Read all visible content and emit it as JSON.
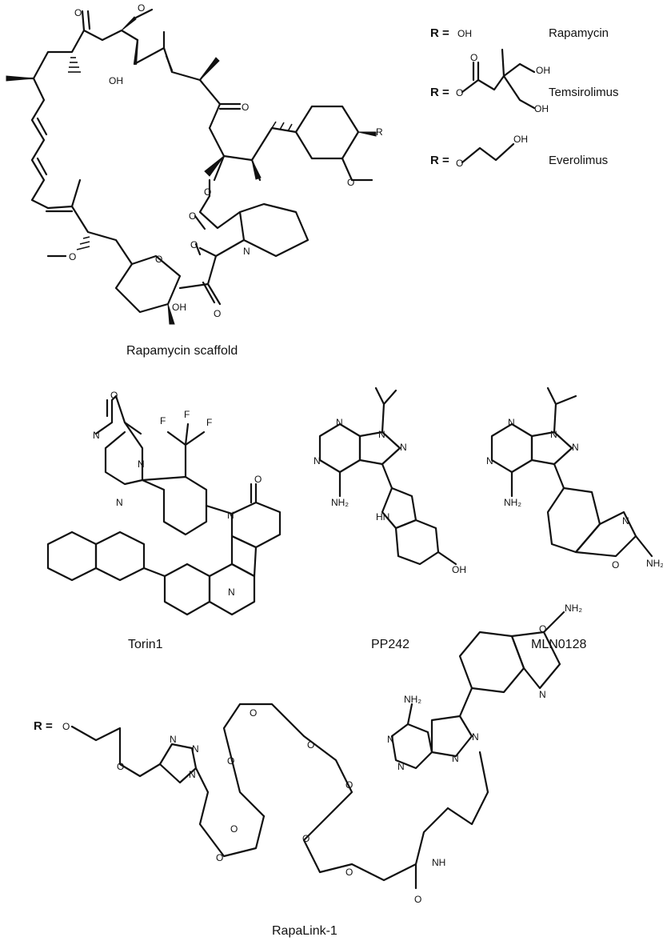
{
  "structures": {
    "rapamycin": {
      "caption": "Rapamycin scaffold"
    },
    "torin1": {
      "caption": "Torin1"
    },
    "pp242": {
      "caption": "PP242"
    },
    "mln0128": {
      "caption": "MLN0128"
    },
    "rapalink": {
      "caption": "RapaLink-1",
      "r_prefix": "R ="
    }
  },
  "r_groups": {
    "prefix": "R =",
    "rapamycin": {
      "group": "OH",
      "name": "Rapamycin"
    },
    "temsirolimus": {
      "name": "Temsirolimus"
    },
    "everolimus": {
      "name": "Everolimus"
    }
  },
  "atoms": {
    "O": "O",
    "OH": "OH",
    "N": "N",
    "NH": "NH",
    "HN": "HN",
    "NH2": "NH₂",
    "F": "F",
    "R": "R"
  }
}
